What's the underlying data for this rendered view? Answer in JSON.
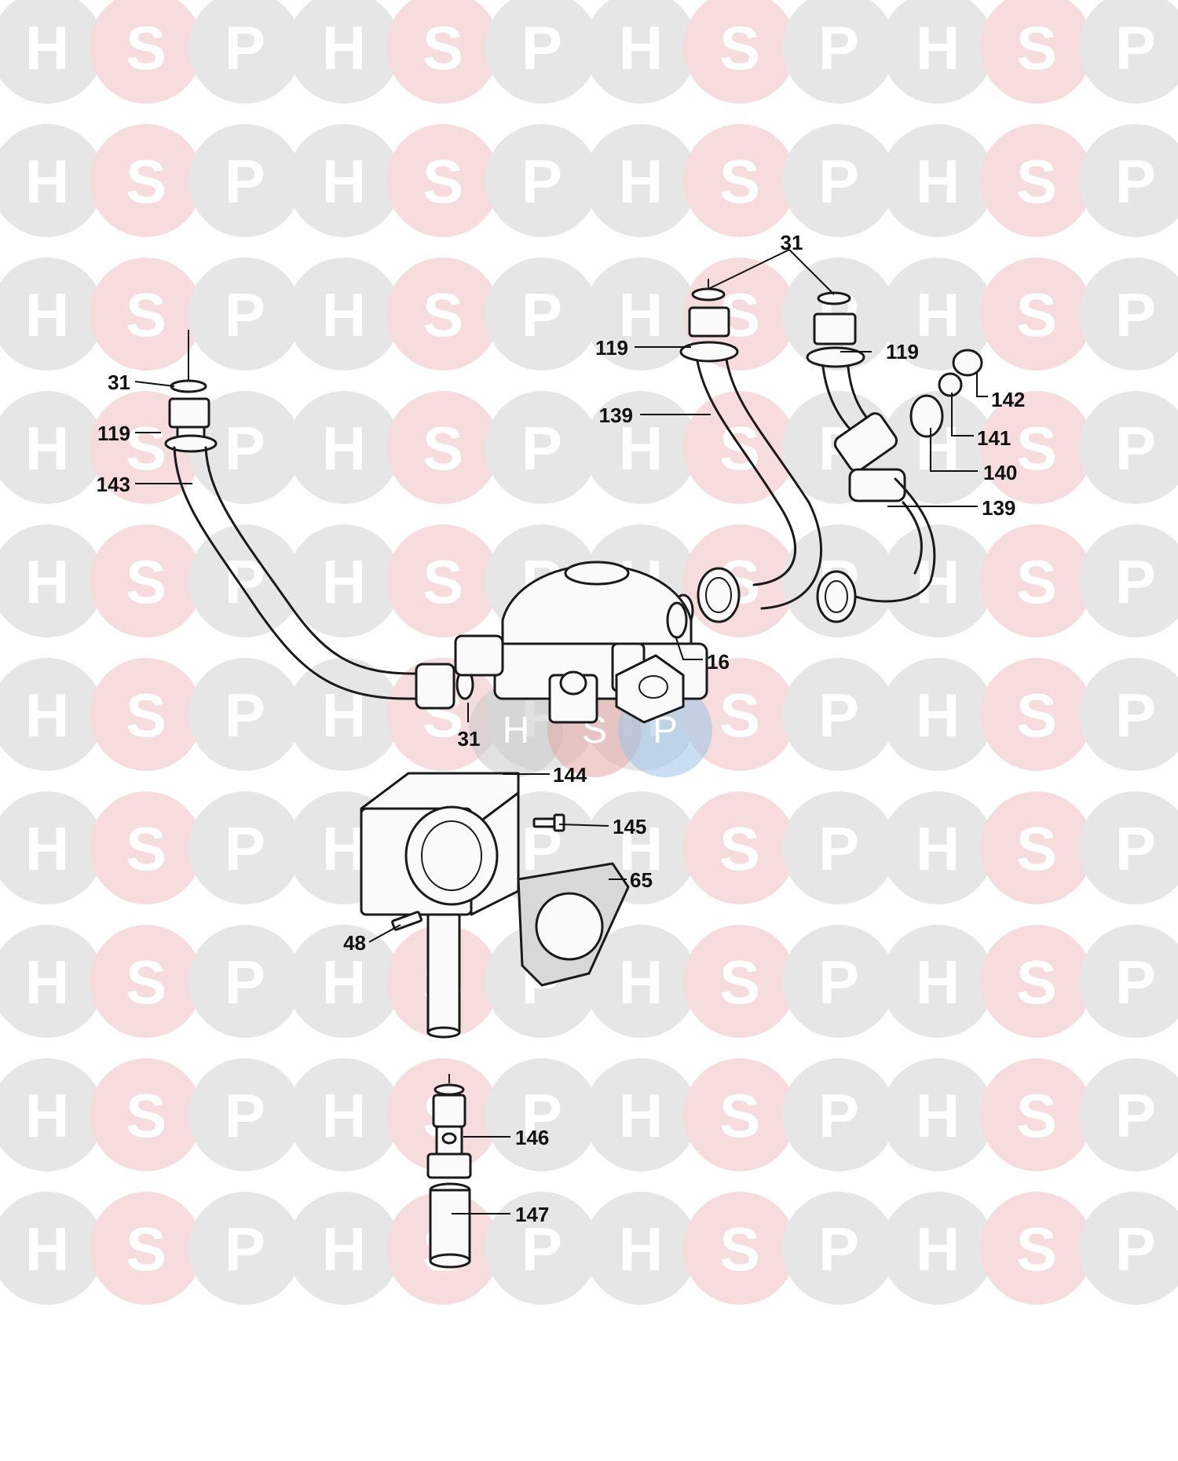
{
  "watermark": {
    "letters": [
      "H",
      "S",
      "P"
    ],
    "colors": {
      "H": "#e6e6e6",
      "S": "#f6dcdc",
      "P": "#e6e6e6",
      "letter": "#ffffff"
    },
    "center_logo_colors": {
      "H": "#c8c8c8",
      "S": "#e8a8a8",
      "P": "#9cc4e6"
    }
  },
  "diagram": {
    "line_color": "#1a1a1a",
    "callouts": [
      {
        "id": "c31-top",
        "text": "31"
      },
      {
        "id": "c119-right-top",
        "text": "119"
      },
      {
        "id": "c119-right-mid",
        "text": "119"
      },
      {
        "id": "c142",
        "text": "142"
      },
      {
        "id": "c139-top",
        "text": "139"
      },
      {
        "id": "c141",
        "text": "141"
      },
      {
        "id": "c140",
        "text": "140"
      },
      {
        "id": "c139-right",
        "text": "139"
      },
      {
        "id": "c31-left",
        "text": "31"
      },
      {
        "id": "c119-left",
        "text": "119"
      },
      {
        "id": "c143",
        "text": "143"
      },
      {
        "id": "c16",
        "text": "16"
      },
      {
        "id": "c31-bottom",
        "text": "31"
      },
      {
        "id": "c144",
        "text": "144"
      },
      {
        "id": "c145",
        "text": "145"
      },
      {
        "id": "c65",
        "text": "65"
      },
      {
        "id": "c48",
        "text": "48"
      },
      {
        "id": "c146",
        "text": "146"
      },
      {
        "id": "c147",
        "text": "147"
      }
    ]
  }
}
